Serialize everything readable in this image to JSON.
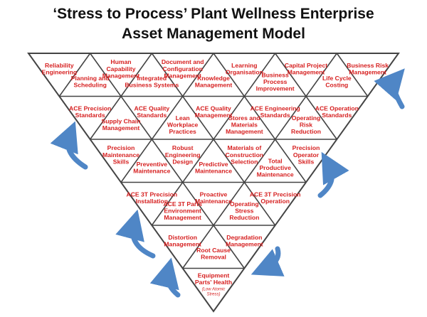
{
  "title": {
    "line1": "‘Stress to Process’ Plant Wellness Enterprise",
    "line2": "Asset Management Model"
  },
  "colors": {
    "text": "#d61f1f",
    "line": "#444444",
    "band": "#ffffff",
    "arrow": "#4f86c6"
  },
  "blocks": [
    {
      "lines": [
        "Reliability",
        "Engineering"
      ]
    },
    {
      "lines": [
        "Human",
        "Capability",
        "Management"
      ]
    },
    {
      "lines": [
        "Document and",
        "Configuration",
        "Management"
      ]
    },
    {
      "lines": [
        "Learning",
        "Organisation"
      ]
    },
    {
      "lines": [
        "Capital Project",
        "Management"
      ]
    },
    {
      "lines": [
        "Business Risk",
        "Management"
      ]
    },
    {
      "lines": [
        "Planning and",
        "Scheduling"
      ]
    },
    {
      "lines": [
        "Integrated",
        "Business Systems"
      ]
    },
    {
      "lines": [
        "Knowledge",
        "Management"
      ]
    },
    {
      "lines": [
        "Business",
        "Process",
        "Improvement"
      ]
    },
    {
      "lines": [
        "Life Cycle",
        "Costing"
      ]
    },
    {
      "lines": [
        "ACE Precision",
        "Standards"
      ]
    },
    {
      "lines": [
        "ACE Quality",
        "Standards"
      ]
    },
    {
      "lines": [
        "ACE Quality",
        "Management"
      ]
    },
    {
      "lines": [
        "ACE Engineering",
        "Standards"
      ]
    },
    {
      "lines": [
        "ACE Operation",
        "Standards"
      ]
    },
    {
      "lines": [
        "Supply Chain",
        "Management"
      ]
    },
    {
      "lines": [
        "Lean",
        "Workplace",
        "Practices"
      ]
    },
    {
      "lines": [
        "Stores and",
        "Materials",
        "Management"
      ]
    },
    {
      "lines": [
        "Operating",
        "Risk",
        "Reduction"
      ]
    },
    {
      "lines": [
        "Precision",
        "Maintenance",
        "Skills"
      ]
    },
    {
      "lines": [
        "Robust",
        "Engineering",
        "Design"
      ]
    },
    {
      "lines": [
        "Materials of",
        "Construction",
        "Selection"
      ]
    },
    {
      "lines": [
        "Precision",
        "Operator",
        "Skills"
      ]
    },
    {
      "lines": [
        "Preventive",
        "Maintenance"
      ]
    },
    {
      "lines": [
        "Predictive",
        "Maintenance"
      ]
    },
    {
      "lines": [
        "Total",
        "Productive",
        "Maintenance"
      ]
    },
    {
      "lines": [
        "ACE 3T Precision",
        "Installation"
      ]
    },
    {
      "lines": [
        "Proactive",
        "Maintenance"
      ]
    },
    {
      "lines": [
        "ACE 3T Precision",
        "Operation"
      ]
    },
    {
      "lines": [
        "ACE 3T Parts",
        "Environment",
        "Management"
      ]
    },
    {
      "lines": [
        "Operating",
        "Stress",
        "Reduction"
      ]
    },
    {
      "lines": [
        "Distortion",
        "Management"
      ]
    },
    {
      "lines": [
        "Degradation",
        "Management"
      ]
    },
    {
      "lines": [
        "Root Cause",
        "Removal"
      ]
    },
    {
      "lines": [
        "Equipment",
        "Parts' Health"
      ],
      "sub": [
        "(Low Atomic",
        "Stress)"
      ]
    }
  ]
}
